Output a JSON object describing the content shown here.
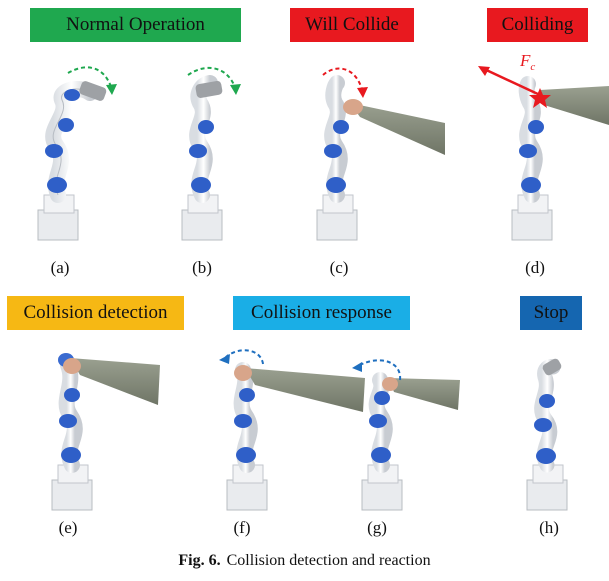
{
  "labels": [
    {
      "text": "Normal Operation",
      "color": "#1fa84f"
    },
    {
      "text": "Will Collide",
      "color": "#e8191f"
    },
    {
      "text": "Colliding",
      "color": "#e8191f"
    },
    {
      "text": "Collision detection",
      "color": "#f6b814"
    },
    {
      "text": "Collision response",
      "color": "#1aaee6"
    },
    {
      "text": "Stop",
      "color": "#1566b0"
    }
  ],
  "subfigures": [
    "(a)",
    "(b)",
    "(c)",
    "(d)",
    "(e)",
    "(f)",
    "(g)",
    "(h)"
  ],
  "force": {
    "symbol": "F",
    "subscript": "c"
  },
  "caption": {
    "label": "Fig. 6.",
    "text": "Collision detection and reaction"
  }
}
